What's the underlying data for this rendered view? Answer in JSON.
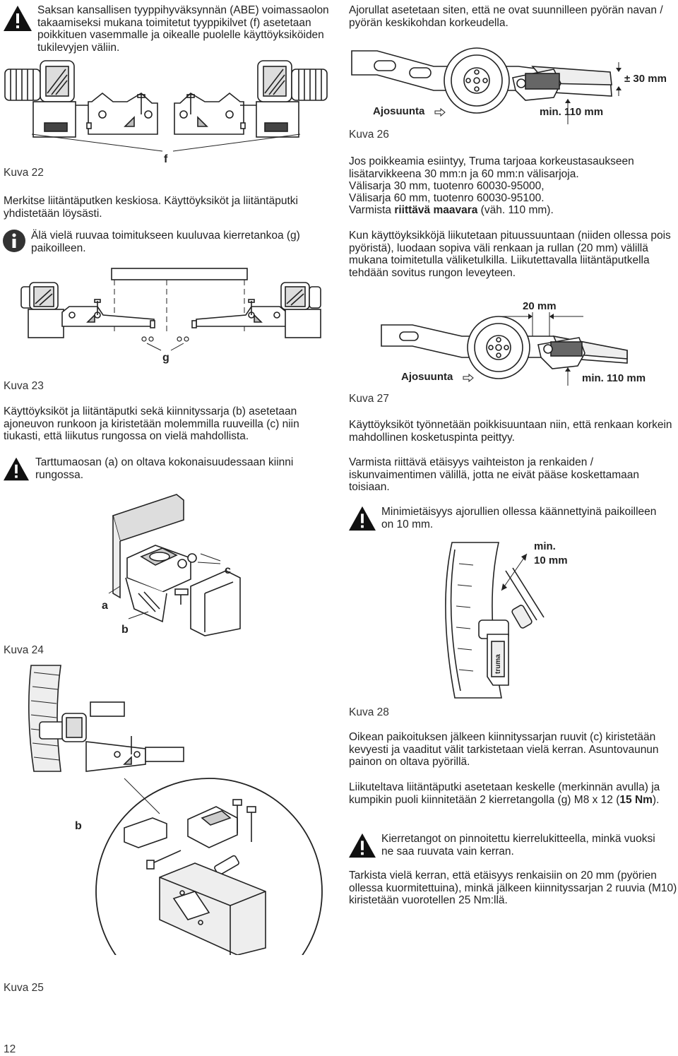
{
  "left": {
    "p_abe": "Saksan kansallisen tyyppihyväksynnän (ABE) voimassaolon takaamiseksi mukana toimitetut tyyppikilvet (f) asetetaan poikkituen vasemmalle ja oikealle puolelle käyttöyksiköiden tukilevyjen väliin.",
    "fig22_label_f": "f",
    "cap22": "Kuva 22",
    "p_mark": "Merkitse liitäntäputken keskiosa. Käyttöyksiköt ja liitäntäputki yhdistetään löysästi.",
    "info_text": "Älä vielä ruuvaa toimitukseen kuuluvaa kierretankoa (g) paikoilleen.",
    "fig23_label_g": "g",
    "cap23": "Kuva 23",
    "p_attach": "Käyttöyksiköt ja liitäntäputki sekä kiinnityssarja (b) asetetaan ajoneuvon runkoon ja kiristetään molemmilla ruuveilla (c) niin tiukasti, että liikutus rungossa on vielä mahdollista.",
    "warn_grip": "Tarttumaosan (a) on oltava kokonaisuudessaan kiinni rungossa.",
    "fig24_label_a": "a",
    "fig24_label_b": "b",
    "fig24_label_c": "c",
    "cap24": "Kuva 24",
    "fig25_label_b": "b",
    "cap25": "Kuva 25",
    "page_number": "12"
  },
  "right": {
    "p_rollers": "Ajorullat asetetaan siten, että ne ovat suunnilleen pyörän navan / pyörän keskikohdan korkeudella.",
    "fig26_pm30": "± 30 mm",
    "fig26_dir": "Ajosuunta",
    "fig26_min": "min. 110 mm",
    "cap26": "Kuva 26",
    "p_dev_1": "Jos poikkeamia esiintyy, Truma tarjoaa korkeustasaukseen lisätarvikkeena 30 mm:n ja 60 mm:n välisarjoja.",
    "p_dev_2": "Välisarja 30 mm, tuotenro 60030-95000,",
    "p_dev_3": "Välisarja 60 mm, tuotenro 60030-95100.",
    "p_dev_4a": "Varmista ",
    "p_dev_4b": "riittävä maavara",
    "p_dev_4c": " (väh. 110 mm).",
    "p_move": "Kun käyttöyksikköjä liikutetaan pituussuuntaan (niiden ollessa pois pyöristä), luodaan sopiva väli renkaan ja rullan (20 mm) välillä mukana toimitetulla väliketulkilla. Liikutettavalla liitäntäputkella tehdään sovitus rungon leveyteen.",
    "fig27_20": "20 mm",
    "fig27_dir": "Ajosuunta",
    "fig27_min": "min. 110 mm",
    "cap27": "Kuva 27",
    "p_push": "Käyttöyksiköt työnnetään poikkisuuntaan niin, että renkaan korkein mahdollinen kosketuspinta peittyy.",
    "p_dist": "Varmista riittävä etäisyys vaihteiston ja renkaiden / iskunvaimentimen välillä, jotta ne eivät pääse koskettamaan toisiaan.",
    "warn_min": "Minimietäisyys ajorullien ollessa käännettyinä paikoilleen on 10 mm.",
    "fig28_min": "min.",
    "fig28_10": "10 mm",
    "fig28_brand": "truma",
    "cap28": "Kuva 28",
    "p_tight": "Oikean paikoituksen jälkeen kiinnityssarjan ruuvit (c) kiristetään kevyesti ja vaaditut välit tarkistetaan vielä kerran. Asuntovaunun painon on oltava pyörillä.",
    "p_center_a": "Liikuteltava liitäntäputki asetetaan keskelle (merkinnän avulla) ja kumpikin puoli kiinnitetään 2 kierretangolla (g) M8 x 12 (",
    "p_center_b": "15 Nm",
    "p_center_c": ").",
    "warn_thread": "Kierretangot on pinnoitettu kierrelukitteella, minkä vuoksi ne saa ruuvata vain kerran.",
    "p_check": "Tarkista vielä kerran, että etäisyys renkaisiin on 20 mm (pyörien ollessa kuormitettuina), minkä jälkeen kiinnityssarjan 2 ruuvia (M10) kiristetään vuorotellen 25 Nm:llä."
  }
}
